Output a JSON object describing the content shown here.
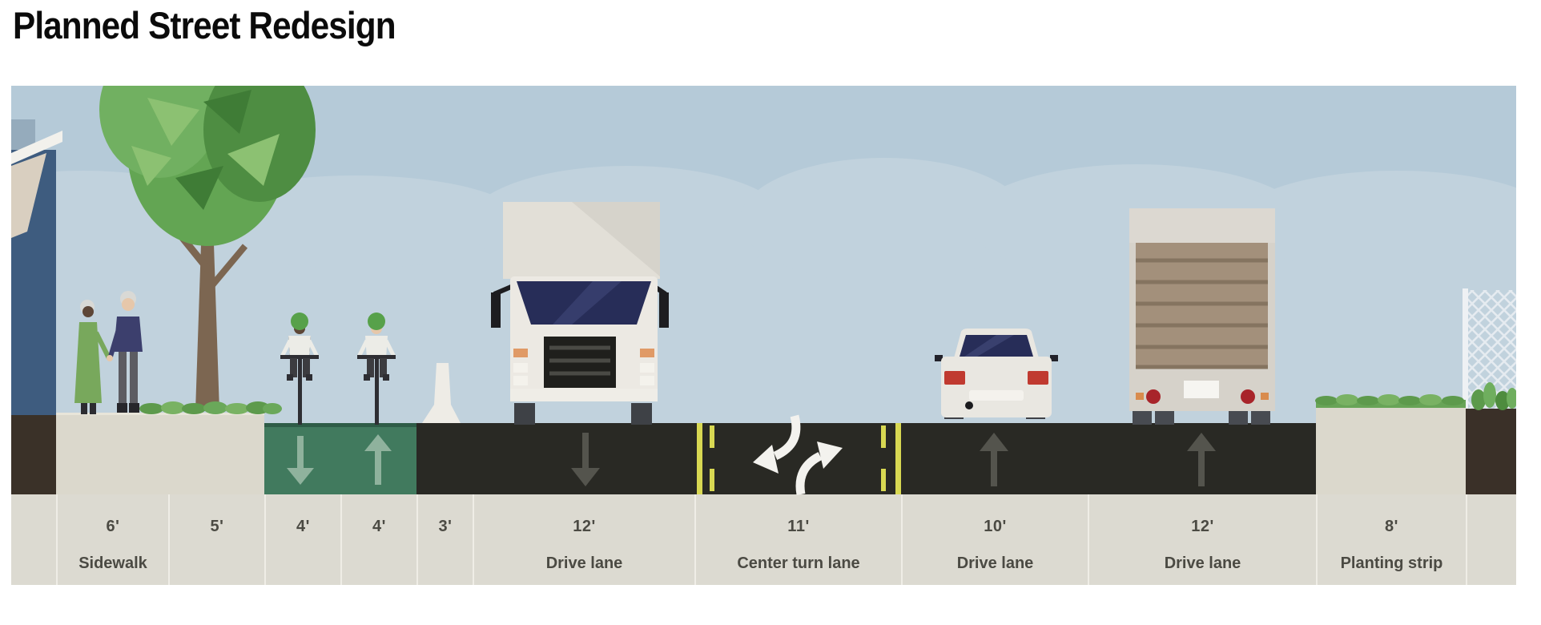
{
  "page": {
    "title": "Planned Street Redesign"
  },
  "diagram": {
    "type": "street-cross-section",
    "colors": {
      "sky": "#b5cad8",
      "clouds": "#c1d2dd",
      "road": "#292924",
      "bike_lane": "#417a5e",
      "sidewalk": "#dbd8cc",
      "label_strip": "#dcdad1",
      "yellow_line": "#d8d852",
      "label_text": "#4b4a43"
    },
    "segments": [
      {
        "width": "",
        "label": ""
      },
      {
        "width": "6'",
        "label": "Sidewalk"
      },
      {
        "width": "5'",
        "label": ""
      },
      {
        "width": "4'",
        "label": ""
      },
      {
        "width": "4'",
        "label": ""
      },
      {
        "width": "3'",
        "label": ""
      },
      {
        "width": "12'",
        "label": "Drive lane"
      },
      {
        "width": "11'",
        "label": "Center turn lane"
      },
      {
        "width": "10'",
        "label": "Drive lane"
      },
      {
        "width": "12'",
        "label": "Drive lane"
      },
      {
        "width": "8'",
        "label": "Planting strip"
      },
      {
        "width": "",
        "label": ""
      }
    ],
    "scene_elements": [
      "building",
      "street-tree",
      "pedestrian-couple",
      "two-way-bike-lane",
      "cyclists",
      "flex-post-bollard",
      "box-truck-front",
      "center-turn-lane-arrows",
      "sedan-rear",
      "box-truck-rear",
      "planting-strip-grass",
      "chain-link-fence"
    ]
  }
}
